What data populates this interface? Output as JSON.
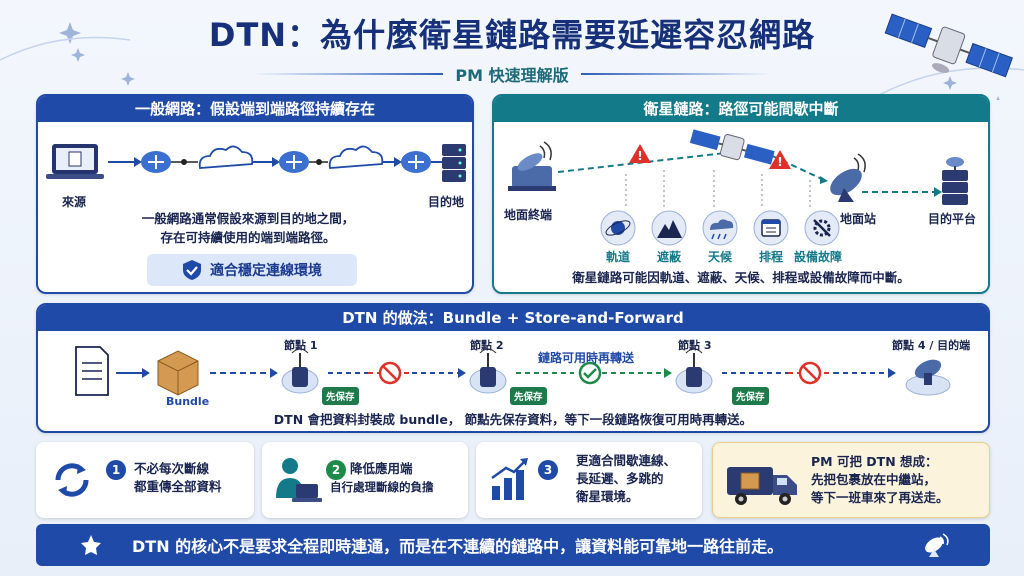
{
  "title": "DTN：為什麼衛星鏈路需要延遲容忍網路",
  "subtitle": "PM 快速理解版",
  "panel1": {
    "header": "一般網路：假設端到端路徑持續存在",
    "source_label": "來源",
    "dest_label": "目的地",
    "desc_line1": "一般網路通常假設來源到目的地之間，",
    "desc_line2": "存在可持續使用的端到端路徑。",
    "badge": "適合穩定連線環境"
  },
  "panel2": {
    "header": "衛星鏈路：路徑可能間歇中斷",
    "ground_terminal": "地面終端",
    "ground_station": "地面站",
    "dest_platform": "目的平台",
    "causes": [
      "軌道",
      "遮蔽",
      "天候",
      "排程",
      "設備故障"
    ],
    "desc": "衛星鏈路可能因軌道、遮蔽、天候、排程或設備故障而中斷。"
  },
  "panel3": {
    "header": "DTN 的做法：Bundle + Store-and-Forward",
    "bundle_label": "Bundle",
    "node1": "節點 1",
    "node2": "節點 2",
    "node3": "節點 3",
    "node4": "節點 4 / 目的端",
    "store_tag": "先保存",
    "link_available": "鏈路可用時再轉送",
    "desc": "DTN 會把資料封裝成 bundle， 節點先保存資料，等下一段鏈路恢復可用時再轉送。"
  },
  "cards": [
    {
      "num": "1",
      "line1": "不必每次斷線",
      "line2": "都重傳全部資料"
    },
    {
      "num": "2",
      "line1": "降低應用端",
      "line2": "自行處理斷線的負擔"
    },
    {
      "num": "3",
      "line1": "更適合間歇連線、",
      "line2": "長延遲、多跳的",
      "line3": "衛星環境。"
    }
  ],
  "pm_card": {
    "line1": "PM 可把 DTN 想成：",
    "line2": "先把包裹放在中繼站，",
    "line3": "等下一班車來了再送走。"
  },
  "bottom_banner": "DTN 的核心不是要求全程即時連通，而是在不連續的鏈路中，讓資料能可靠地一路往前走。",
  "colors": {
    "primary": "#1f4aa8",
    "teal": "#137a8a",
    "warning": "#e0302a",
    "success": "#1e8a4a"
  }
}
